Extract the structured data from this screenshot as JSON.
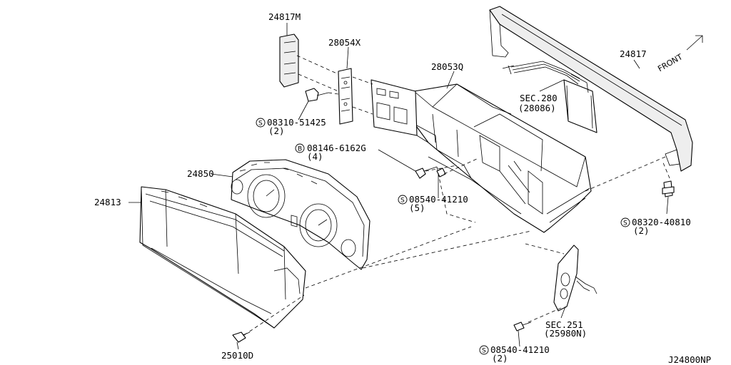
{
  "diagram_code": "J24800NP",
  "front_label": "FRONT",
  "labels": {
    "p24817m": "24817M",
    "p28054x": "28054X",
    "p28053q": "28053Q",
    "p24817": "24817",
    "sec280": "SEC.280",
    "sec280_ref": "(28086)",
    "bolt_08310": "08310-51425",
    "bolt_08310_qty": "(2)",
    "bolt_08146": "08146-6162G",
    "bolt_08146_qty": "(4)",
    "p24850": "24850",
    "p24813": "24813",
    "bolt_08540a": "08540-41210",
    "bolt_08540a_qty": "(5)",
    "bolt_08320": "08320-40810",
    "bolt_08320_qty": "(2)",
    "sec251": "SEC.251",
    "sec251_ref": "(25980N)",
    "bolt_08540b": "08540-41210",
    "bolt_08540b_qty": "(2)",
    "p25010d": "25010D"
  },
  "symbols": {
    "screw": "S",
    "bolt": "B"
  },
  "icons": [
    "screw-symbol-icon",
    "bolt-symbol-icon",
    "front-arrow-icon"
  ]
}
